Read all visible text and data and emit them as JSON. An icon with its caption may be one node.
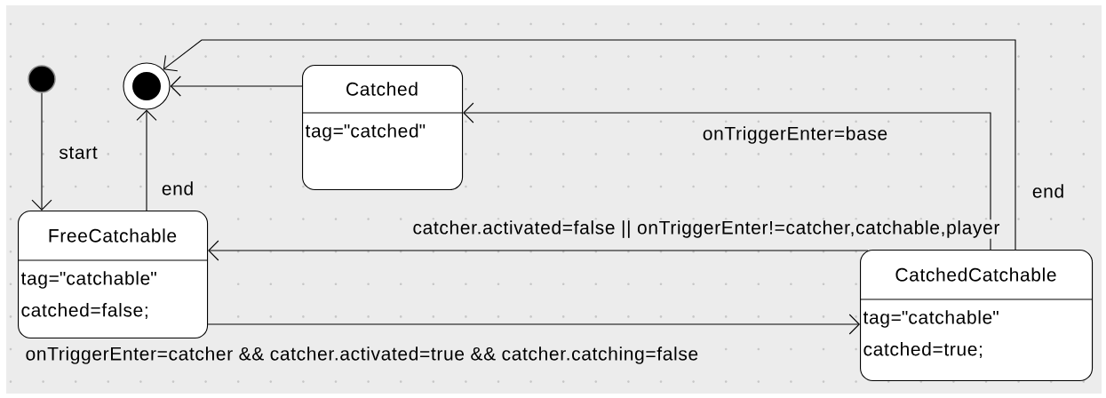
{
  "diagram": {
    "nodes": [
      {
        "text": [],
        "shape": "circle"
      },
      {
        "text": [],
        "shape": "circle"
      },
      {
        "text": [
          "Catched",
          "tag=\"catched\""
        ]
      },
      {
        "text": [
          "FreeCatchable",
          "tag=\"catchable\"",
          "catched=false;"
        ]
      },
      {
        "text": [
          "CatchedCatchable",
          "tag=\"catchable\"",
          "catched=true;"
        ]
      }
    ],
    "edges": [
      {
        "from": 0,
        "to": 3,
        "arrow": "to",
        "label": "start"
      },
      {
        "from": 3,
        "to": 1,
        "arrow": "to",
        "label": "end"
      },
      {
        "from": 2,
        "to": 1,
        "arrow": "to"
      },
      {
        "from": 4,
        "to": 1,
        "arrow": "to",
        "label": "end"
      },
      {
        "from": 4,
        "to": 2,
        "arrow": "to",
        "label": "onTriggerEnter=base"
      },
      {
        "from": 4,
        "to": 3,
        "arrow": "to",
        "label": "catcher.activated=false || onTriggerEnter!=catcher,catchable,player"
      },
      {
        "from": 3,
        "to": 4,
        "arrow": "to",
        "label": "onTriggerEnter=catcher && catcher.activated=true && catcher.catching=false"
      }
    ]
  }
}
